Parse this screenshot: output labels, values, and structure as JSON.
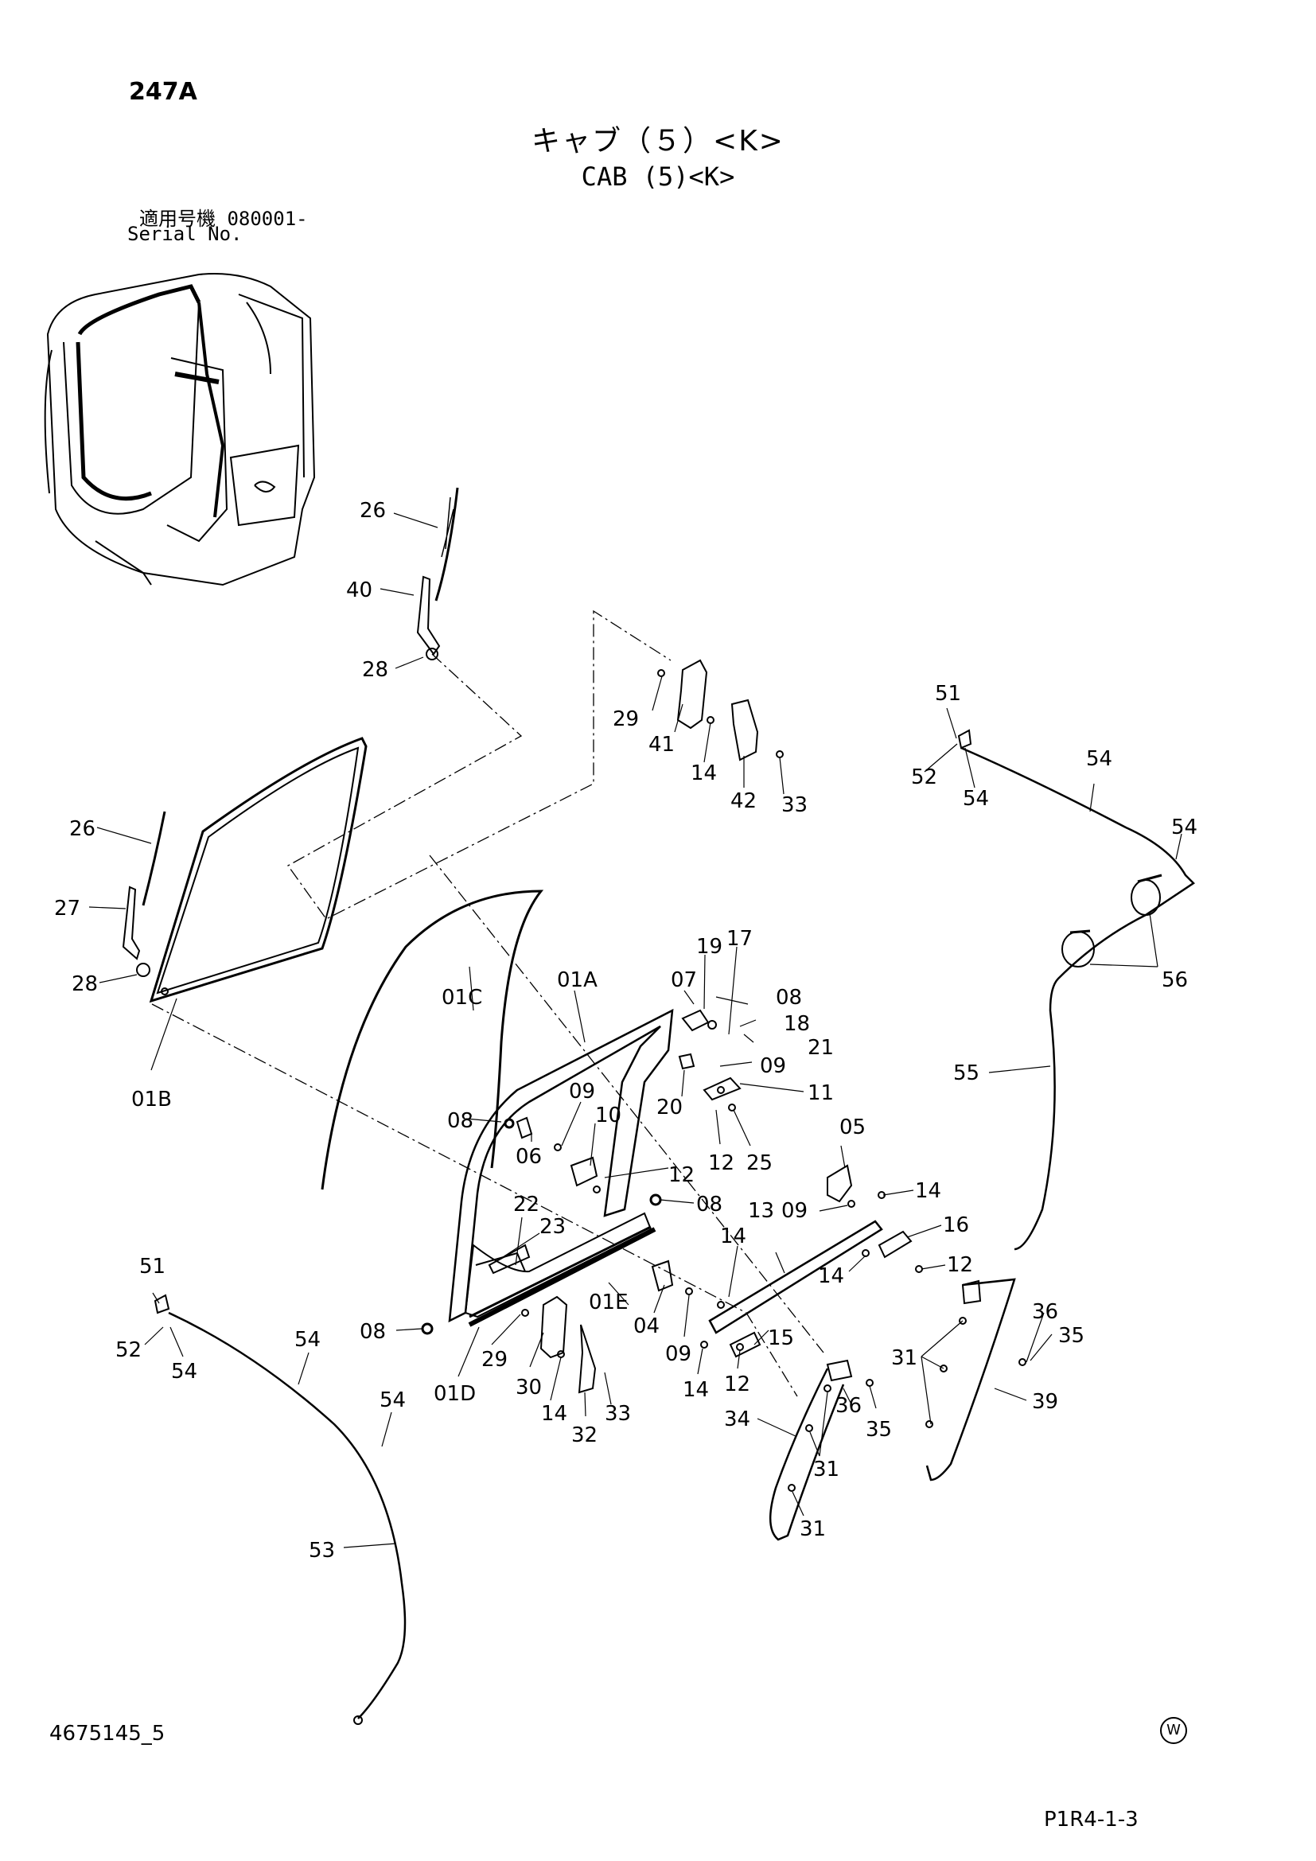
{
  "header": {
    "sheet_code": "247A",
    "title_jp": "キャブ（５）<K>",
    "title_en": "CAB (5)<K>",
    "serial_label_jp": "適用号機 080001-",
    "serial_label_en": "Serial No."
  },
  "footer": {
    "doc_number": "4675145_5",
    "mark": "W",
    "page_ref": "P1R4-1-3"
  },
  "callouts": [
    "26",
    "40",
    "28",
    "29",
    "41",
    "14",
    "42",
    "33",
    "51",
    "52",
    "54",
    "54",
    "54",
    "26",
    "27",
    "28",
    "01B",
    "01C",
    "01A",
    "19",
    "17",
    "07",
    "08",
    "18",
    "21",
    "09",
    "11",
    "20",
    "12",
    "25",
    "08",
    "09",
    "10",
    "06",
    "12",
    "08",
    "22",
    "23",
    "05",
    "14",
    "13",
    "09",
    "16",
    "14",
    "12",
    "14",
    "01E",
    "04",
    "09",
    "15",
    "14",
    "12",
    "08",
    "29",
    "30",
    "14",
    "33",
    "32",
    "01D",
    "56",
    "55",
    "36",
    "35",
    "31",
    "39",
    "34",
    "36",
    "35",
    "31",
    "31",
    "51",
    "52",
    "54",
    "54",
    "54",
    "53"
  ]
}
